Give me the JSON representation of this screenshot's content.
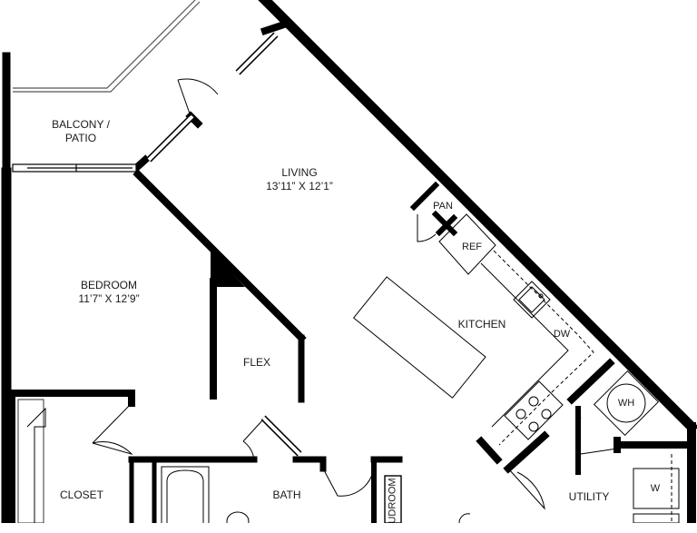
{
  "plan": {
    "colors": {
      "wall": "#000000",
      "fixture": "#222222",
      "background": "#ffffff"
    },
    "rooms": {
      "balcony": {
        "name_line1": "BALCONY /",
        "name_line2": "PATIO"
      },
      "living": {
        "name": "LIVING",
        "dims": "13’11” X 12’1”"
      },
      "bedroom": {
        "name": "BEDROOM",
        "dims": "11’7” X 12’9”"
      },
      "flex": {
        "name": "FLEX"
      },
      "kitchen": {
        "name": "KITCHEN"
      },
      "pantry": {
        "name": "PAN"
      },
      "refrigerator": {
        "name": "REF"
      },
      "dishwasher": {
        "name": "DW"
      },
      "water_heater": {
        "name": "WH"
      },
      "closet": {
        "name": "CLOSET"
      },
      "bath": {
        "name": "BATH"
      },
      "mudroom": {
        "name": "UDROOM"
      },
      "utility": {
        "name": "UTILITY"
      },
      "washer": {
        "name": "W"
      }
    }
  }
}
